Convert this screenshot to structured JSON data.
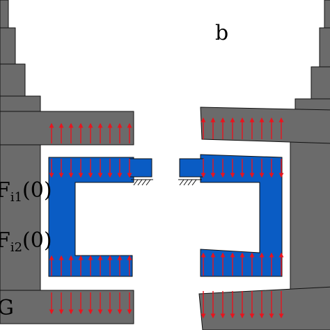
{
  "labels": {
    "panel_b": "b",
    "force_1_letter": "F",
    "force_1_sub": "i1",
    "force_1_arg": "(0)",
    "force_2_letter": "F",
    "force_2_sub": "i2",
    "force_2_arg": "(0)",
    "gravity": "G"
  },
  "colors": {
    "structure_gray": "#6b6b6b",
    "clamp_blue": "#0a5cc4",
    "force_arrow_red": "#e8141e",
    "outline": "#111111"
  }
}
